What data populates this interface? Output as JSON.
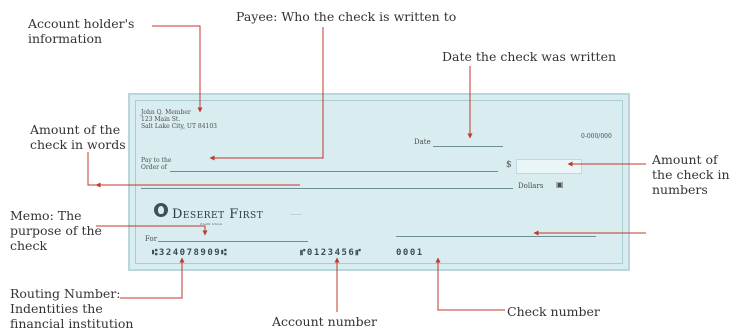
{
  "annotations": {
    "account_holder": [
      "Account holder's",
      "information"
    ],
    "payee": "Payee: Who the check is written to",
    "date": "Date the check was written",
    "amount_words": [
      "Amount of the",
      "check in words"
    ],
    "amount_numbers": [
      "Amount of",
      "the check in",
      "numbers"
    ],
    "memo": [
      "Memo: The",
      "purpose of the",
      "check"
    ],
    "routing": [
      "Routing Number:",
      "Indentities the",
      "financial institution"
    ],
    "account_number": "Account number",
    "check_number": "Check number"
  },
  "check": {
    "holder_name": "John Q. Member",
    "holder_street": "123 Main St.",
    "holder_city": "Salt Lake City, UT 84103",
    "check_no": "0-000/000",
    "date_label": "Date",
    "pay_label": "Pay to the",
    "order_label": "Order of",
    "dollar_sign": "$",
    "dollars_label": "Dollars",
    "bank_name": "Deseret First",
    "bank_sub": "Credit Union",
    "memo_label": "For",
    "routing_micr": "⑆324078909⑆",
    "account_micr": "⑈0123456⑈",
    "check_micr": "0001"
  },
  "colors": {
    "check_background": "#d9ecef",
    "check_border": "#b9d6db",
    "pointer_lines": "#c0392b"
  }
}
